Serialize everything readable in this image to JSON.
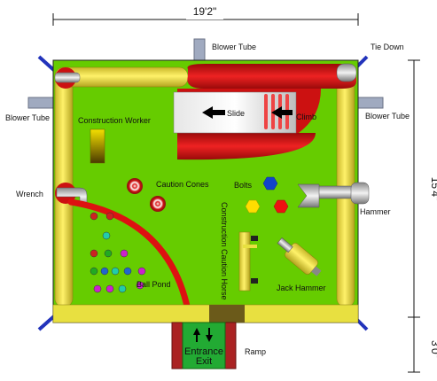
{
  "dimensions": {
    "width": "19'2\"",
    "length": "15'4\"",
    "ramp_length": "3'0\""
  },
  "labels": {
    "blower_tube_top": "Blower Tube",
    "blower_tube_left": "Blower Tube",
    "blower_tube_right": "Blower Tube",
    "tie_down": "Tie Down",
    "construction_worker": "Construction Worker",
    "slide": "Slide",
    "climb": "Climb",
    "caution_cones": "Caution Cones",
    "bolts": "Bolts",
    "wrench": "Wrench",
    "hammer": "Hammer",
    "construction_caution_horse": "Construction Caution Horse",
    "jack_hammer": "Jack Hammer",
    "ball_pond": "Ball Pond",
    "ramp": "Ramp",
    "entrance": "Entrance",
    "exit": "Exit"
  },
  "colors": {
    "floor": "#66cc00",
    "frame": "#e8e040",
    "slide_red": "#dd1111",
    "ramp_red": "#aa2222",
    "exit_green": "#22aa33",
    "tie_down": "#2233bb",
    "blower_tube": "#a0aac0",
    "bolt_blue": "#1144cc",
    "bolt_yellow": "#ffdd00",
    "bolt_red": "#ee1111"
  },
  "ball_pond_colors": [
    "#cc2222",
    "#cc2222",
    "#22ccaa",
    "#cc2222",
    "#22aa22",
    "#cc22cc",
    "#22aa22",
    "#2266cc",
    "#22ccaa",
    "#2266cc",
    "#cc22cc",
    "#cc22cc",
    "#22ccaa",
    "#cc22cc",
    "#cc22cc"
  ]
}
